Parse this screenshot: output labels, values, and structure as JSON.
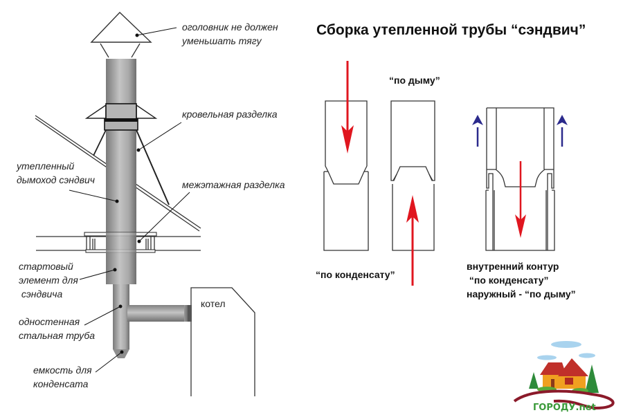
{
  "title": "Сборка утепленной трубы “сэндвич”",
  "left_diagram": {
    "labels": {
      "cap": [
        "оголовник не должен",
        "уменьшать тягу"
      ],
      "roof_cut": "кровельная разделка",
      "sandwich_flue": [
        "утепленный",
        "дымоход сэндвич"
      ],
      "floor_cut": "межэтажная разделка",
      "starter": [
        "стартовый",
        "элемент для",
        " сэндвича"
      ],
      "single_wall": [
        "одностенная",
        "стальная труба"
      ],
      "condensate_tank": [
        "емкость для",
        "конденсата"
      ],
      "boiler": "котел"
    }
  },
  "right_diagram": {
    "by_smoke": "“по дыму”",
    "by_condensate": "“по конденсату”",
    "combined": [
      "внутренний контур",
      " “по конденсату”",
      "наружный - “по дыму”"
    ],
    "colors": {
      "flow_arrow": "#e0161f",
      "air_arrow": "#2b2a8c",
      "outline": "#333333"
    }
  },
  "logo": {
    "text_main": "ГОРОДУ",
    "text_suffix": ".net",
    "colors": {
      "text": "#3a9a3a",
      "road": "#8b1a2a",
      "roof": "#c0302a",
      "wall": "#f0a020",
      "tree": "#2e8b3a",
      "cloud": "#a9d3ee"
    }
  }
}
